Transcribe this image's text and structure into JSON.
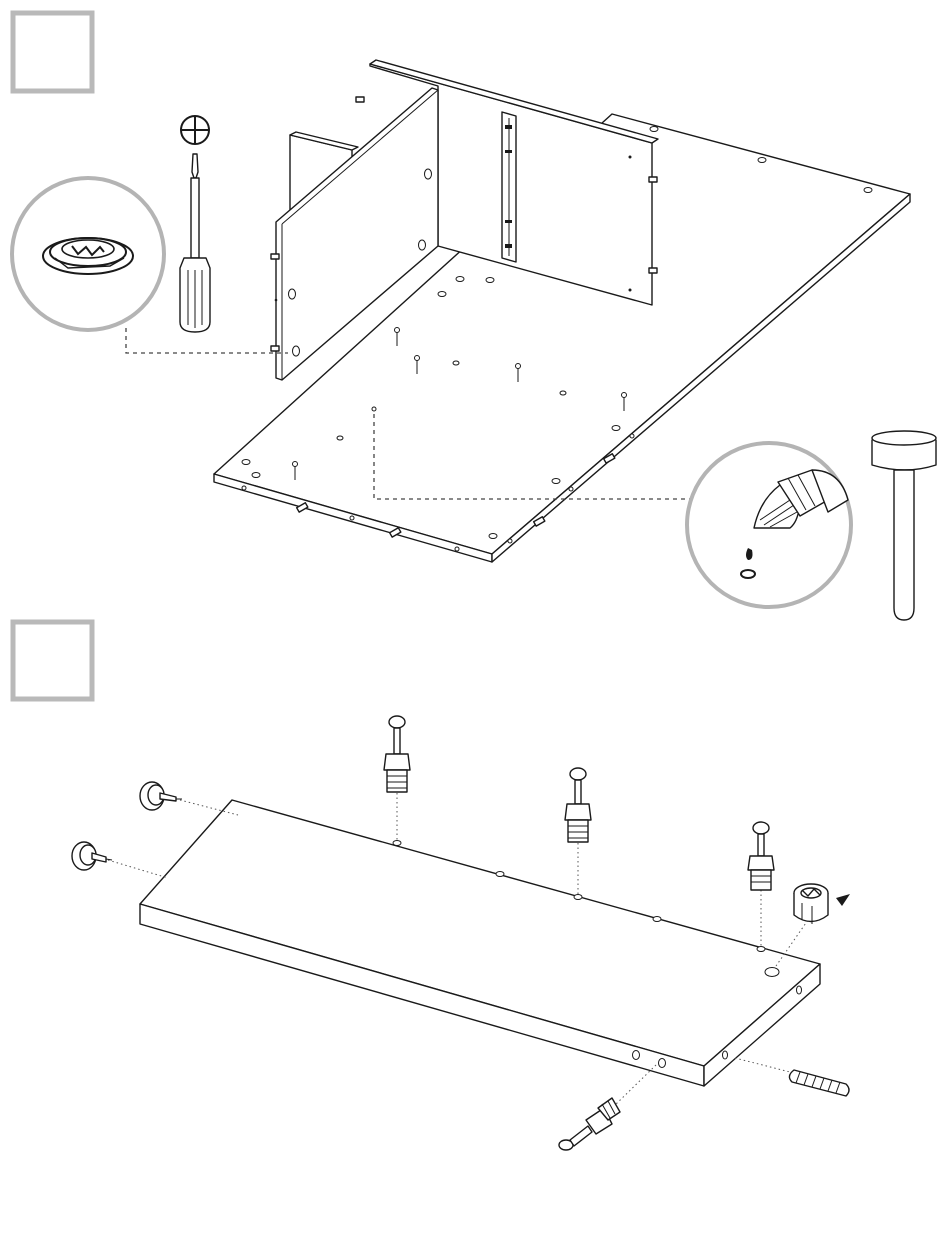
{
  "steps": [
    {
      "id": "step-1",
      "label": ""
    },
    {
      "id": "step-2",
      "label": ""
    }
  ],
  "tools": [
    {
      "name": "phillips-screwdriver",
      "icon": "screwdriver-icon"
    },
    {
      "name": "phillips-head-symbol",
      "icon": "phillips-symbol-icon"
    },
    {
      "name": "rubber-mallet",
      "icon": "mallet-icon"
    }
  ],
  "details": [
    {
      "name": "cam-lock-detail",
      "icon": "cam-lock-icon"
    },
    {
      "name": "glue-bottle-detail",
      "icon": "glue-bottle-icon"
    }
  ],
  "hardware": [
    {
      "name": "cam-bolt",
      "icon": "cam-bolt-icon"
    },
    {
      "name": "cam-lock",
      "icon": "cam-lock-icon"
    },
    {
      "name": "wooden-dowel",
      "icon": "dowel-icon"
    },
    {
      "name": "nail-glide",
      "icon": "glide-icon"
    }
  ],
  "colors": {
    "line": "#1a1a1a",
    "step_box": "#b9b9b9",
    "detail_circle": "#b4b4b4",
    "background": "#ffffff"
  }
}
